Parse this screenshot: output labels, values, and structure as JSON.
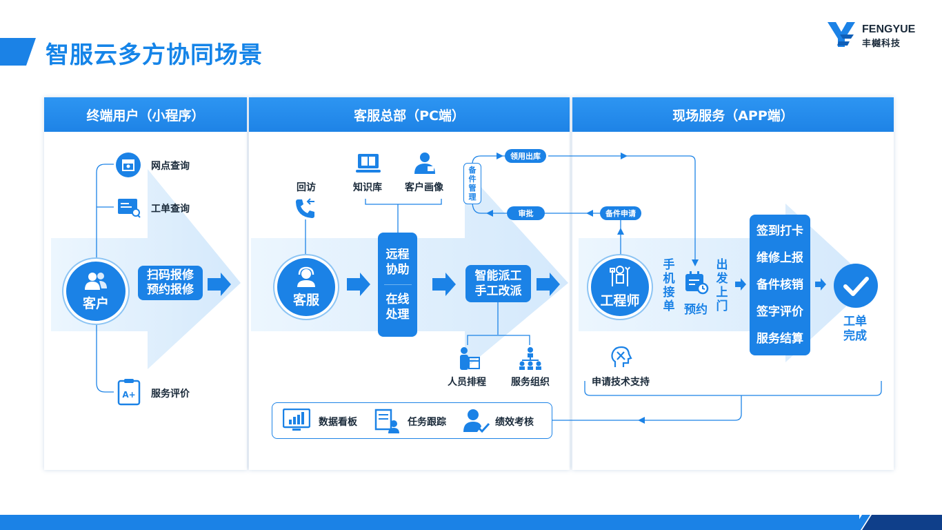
{
  "title": "智服云多方协同场景",
  "logo": {
    "en": "FENGYUE",
    "cn": "丰樾科技"
  },
  "panels": {
    "user": "终端用户（小程序）",
    "hq": "客服总部（PC端）",
    "field": "现场服务（APP端）"
  },
  "user_panel": {
    "center": "客户",
    "items": [
      "网点查询",
      "工单查询",
      "服务评价"
    ],
    "action_lines": [
      "扫码报修",
      "预约报修"
    ]
  },
  "hq_panel": {
    "center": "客服",
    "callback": "回访",
    "top_items": [
      "知识库",
      "客户画像"
    ],
    "support_box": [
      "远程协助",
      "在线处理"
    ],
    "support_lines": [
      "远程",
      "协助",
      "在线",
      "处理"
    ],
    "dispatch_lines": [
      "智能派工",
      "手工改派"
    ],
    "bottom_items": [
      "人员排程",
      "服务组织"
    ],
    "dashboard": [
      "数据看板",
      "任务跟踪",
      "绩效考核"
    ],
    "parts_mgmt": "备件管理"
  },
  "flow_pills": {
    "out": "领用出库",
    "approve": "审批",
    "apply": "备件申请"
  },
  "field_panel": {
    "center": "工程师",
    "accept": "手机接单",
    "appointment": "预约",
    "depart": "出发上门",
    "steps": [
      "签到打卡",
      "维修上报",
      "备件核销",
      "签字评价",
      "服务结算"
    ],
    "tech_support": "申请技术支持",
    "done": "工单完成"
  },
  "colors": {
    "accent": "#1b82e6",
    "header": "#2d95f2",
    "light": "#d8ecfc"
  }
}
